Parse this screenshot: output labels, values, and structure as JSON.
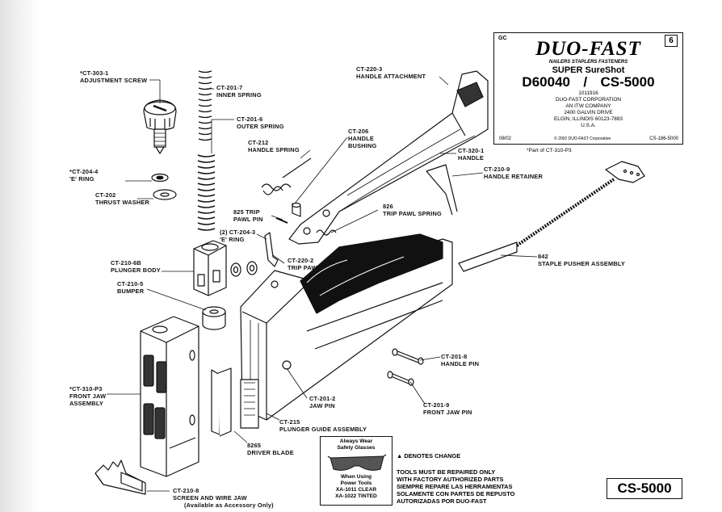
{
  "title_block": {
    "corner_code": "GC",
    "page_number": "6",
    "brand": "DUO-FAST",
    "tagline": "NAILERS STAPLERS FASTENERS",
    "product": "SUPER SureShot",
    "model_left": "D60040",
    "separator": "/",
    "model_right": "CS-5000",
    "catalog_number": "1011916",
    "address": [
      "DUO-FAST CORPORATION",
      "AN ITW COMPANY",
      "2400 GALVIN DRIVE",
      "ELGIN, ILLINOIS  60123-7883",
      "U.S.A."
    ],
    "date": "08/02",
    "copyright": "© 2002 DUO-FAST Corporation",
    "doc_code": "CS-186-5000"
  },
  "part_of_note": "*Part of CT-310-P3",
  "labels": {
    "adjustment_screw": [
      "*CT-303-1",
      "ADJUSTMENT SCREW"
    ],
    "inner_spring": [
      "CT-201-7",
      "INNER SPRING"
    ],
    "outer_spring": [
      "CT-201-6",
      "OUTER SPRING"
    ],
    "handle_attachment": [
      "CT-220-3",
      "HANDLE ATTACHMENT"
    ],
    "handle_bushing": [
      "CT-206",
      "HANDLE",
      "BUSHING"
    ],
    "handle_spring": [
      "CT-212",
      "HANDLE SPRING"
    ],
    "handle": [
      "CT-320-1",
      "HANDLE"
    ],
    "handle_retainer": [
      "CT-210-9",
      "HANDLE RETAINER"
    ],
    "e_ring": [
      "*CT-204-4",
      "'E' RING"
    ],
    "thrust_washer": [
      "CT-202",
      "THRUST WASHER"
    ],
    "trip_pawl_pin": [
      "825 TRIP",
      "PAWL PIN"
    ],
    "trip_pawl_spring": [
      "826",
      "TRIP PAWL SPRING"
    ],
    "e_ring_2": [
      "(2) CT-204-3",
      "'E' RING"
    ],
    "trip_pawl": [
      "CT-220-2",
      "TRIP PAWL"
    ],
    "plunger_body": [
      "CT-210-6B",
      "PLUNGER BODY"
    ],
    "bumper": [
      "CT-210-5",
      "BUMPER"
    ],
    "staple_pusher": [
      "842",
      "STAPLE PUSHER ASSEMBLY"
    ],
    "handle_pin": [
      "CT-201-8",
      "HANDLE PIN"
    ],
    "front_jaw_assembly": [
      "*CT-310-P3",
      "FRONT JAW",
      "ASSEMBLY"
    ],
    "jaw_pin": [
      "CT-201-2",
      "JAW PIN"
    ],
    "front_jaw_pin": [
      "CT-201-9",
      "FRONT JAW PIN"
    ],
    "plunger_guide": [
      "CT-215",
      "PLUNGER GUIDE ASSEMBLY"
    ],
    "driver_blade": [
      "8265",
      "DRIVER BLADE"
    ],
    "screen_jaw": [
      "CT-210-8",
      "SCREEN AND WIRE JAW",
      "(Available as Accessory Only)"
    ]
  },
  "safety_box": {
    "top": [
      "Always Wear",
      "Safety Glasses"
    ],
    "bottom": [
      "When Using",
      "Power Tools",
      "XA-1011 CLEAR",
      "XA-1022 TINTED"
    ]
  },
  "notes": {
    "denotes_change": "▲ DENOTES CHANGE",
    "repair": [
      "TOOLS MUST BE REPAIRED ONLY",
      "WITH FACTORY AUTHORIZED PARTS",
      "SIEMPRE REPARE LAS HERRAMIENTAS",
      "SOLAMENTE CON PARTES DE REPUSTO",
      "AUTORIZADAS POR DUO-FAST"
    ]
  },
  "model_box": "CS-5000"
}
